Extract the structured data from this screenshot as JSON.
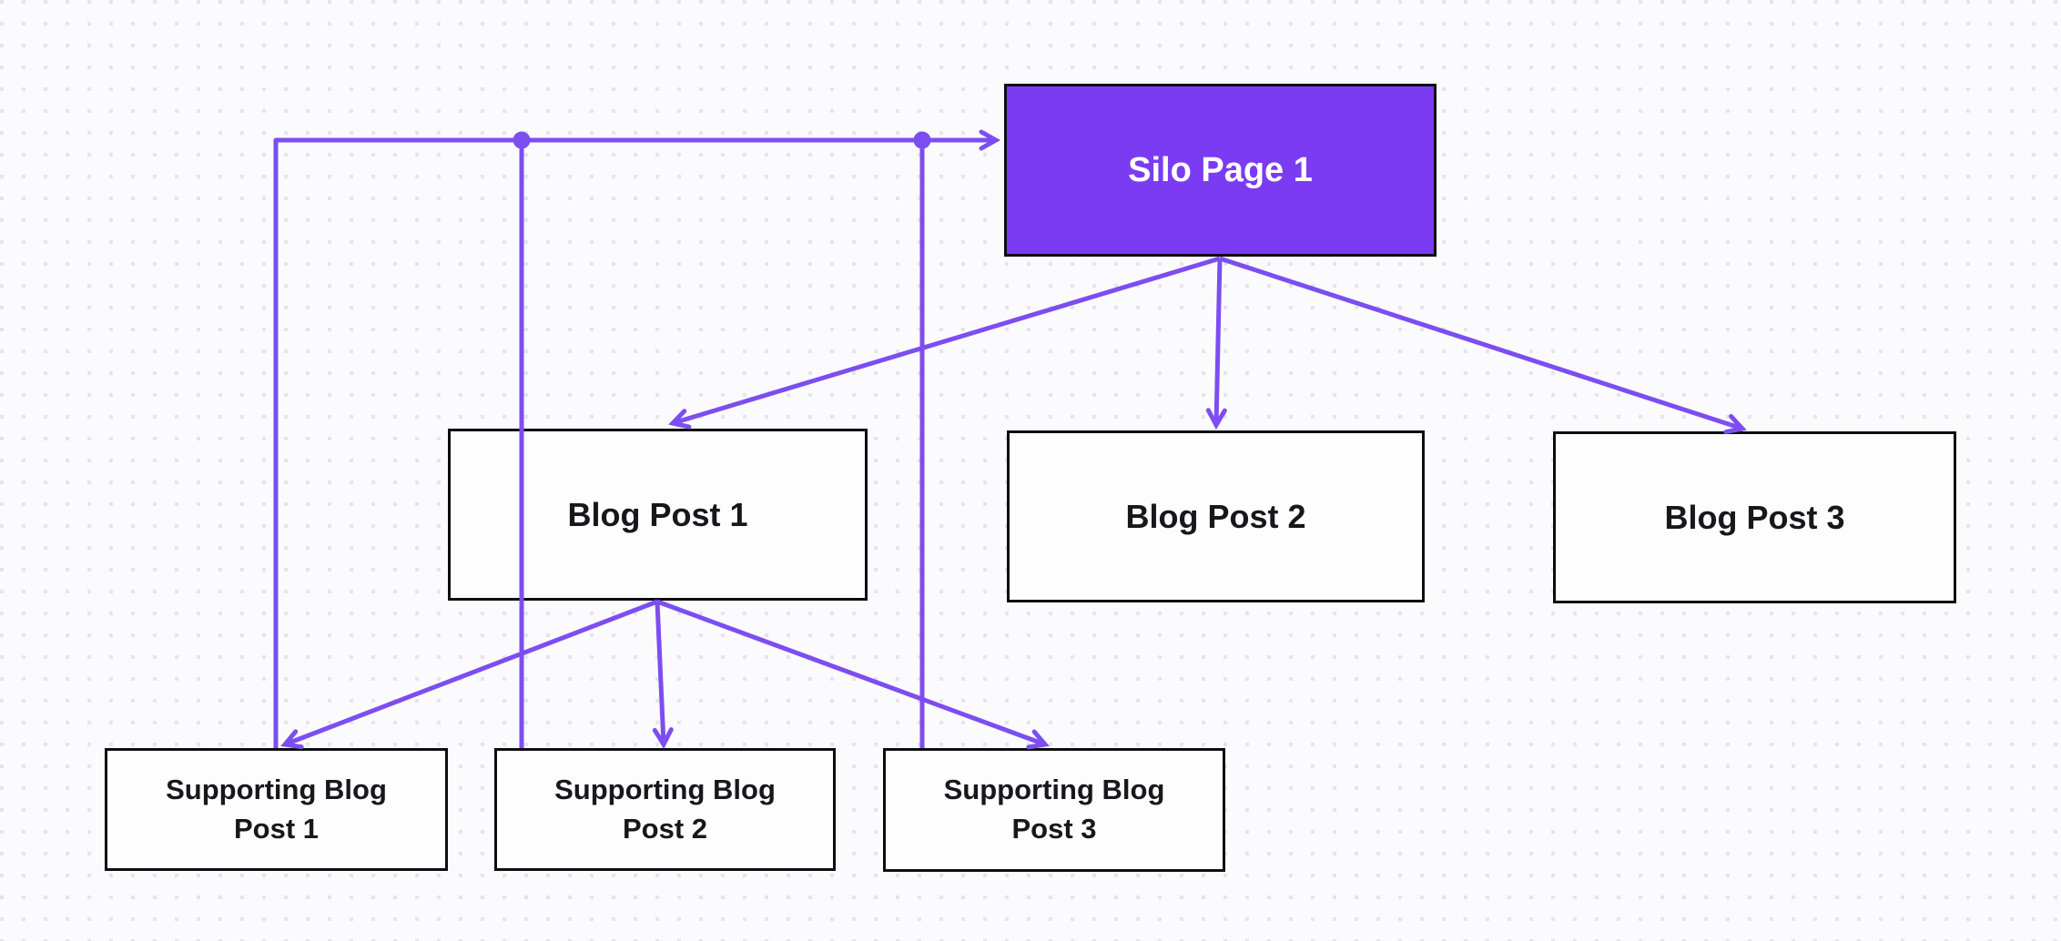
{
  "diagram": {
    "type": "flowchart",
    "topic": "SEO silo structure",
    "nodes": {
      "silo_page_1": {
        "label": "Silo Page 1",
        "role": "silo-page",
        "fill": "#7B3BF3",
        "text_color": "#FFFFFF"
      },
      "blog_post_1": {
        "label": "Blog Post 1",
        "role": "blog-post",
        "fill": "#FDFDFE",
        "text_color": "#17171C"
      },
      "blog_post_2": {
        "label": "Blog Post 2",
        "role": "blog-post",
        "fill": "#FDFDFE",
        "text_color": "#17171C"
      },
      "blog_post_3": {
        "label": "Blog Post 3",
        "role": "blog-post",
        "fill": "#FDFDFE",
        "text_color": "#17171C"
      },
      "supporting_blog_post_1": {
        "label": "Supporting Blog Post 1",
        "role": "supporting-post",
        "fill": "#FDFDFE",
        "text_color": "#17171C"
      },
      "supporting_blog_post_2": {
        "label": "Supporting Blog Post 2",
        "role": "supporting-post",
        "fill": "#FDFDFE",
        "text_color": "#17171C"
      },
      "supporting_blog_post_3": {
        "label": "Supporting Blog Post 3",
        "role": "supporting-post",
        "fill": "#FDFDFE",
        "text_color": "#17171C"
      }
    },
    "edges": [
      {
        "from": "silo_page_1",
        "to": "blog_post_1",
        "style": "arrow"
      },
      {
        "from": "silo_page_1",
        "to": "blog_post_2",
        "style": "arrow"
      },
      {
        "from": "silo_page_1",
        "to": "blog_post_3",
        "style": "arrow"
      },
      {
        "from": "blog_post_1",
        "to": "supporting_blog_post_1",
        "style": "arrow"
      },
      {
        "from": "blog_post_1",
        "to": "supporting_blog_post_2",
        "style": "arrow"
      },
      {
        "from": "blog_post_1",
        "to": "supporting_blog_post_3",
        "style": "arrow"
      },
      {
        "from": "supporting_blog_post_1",
        "to": "silo_page_1",
        "style": "arrow, orthogonal backlink trunk"
      },
      {
        "from": "supporting_blog_post_2",
        "to": "silo_page_1",
        "style": "arrow, merges at junction dot"
      },
      {
        "from": "supporting_blog_post_3",
        "to": "silo_page_1",
        "style": "arrow, merges at junction dot"
      }
    ],
    "colors": {
      "connector": "#7C4EF0",
      "silo_fill": "#7B3BF3",
      "node_border": "#0D0D12",
      "node_fill": "#FDFDFE",
      "canvas_background": "#FBFBFD",
      "grid_dot": "#E4E4ED"
    }
  }
}
